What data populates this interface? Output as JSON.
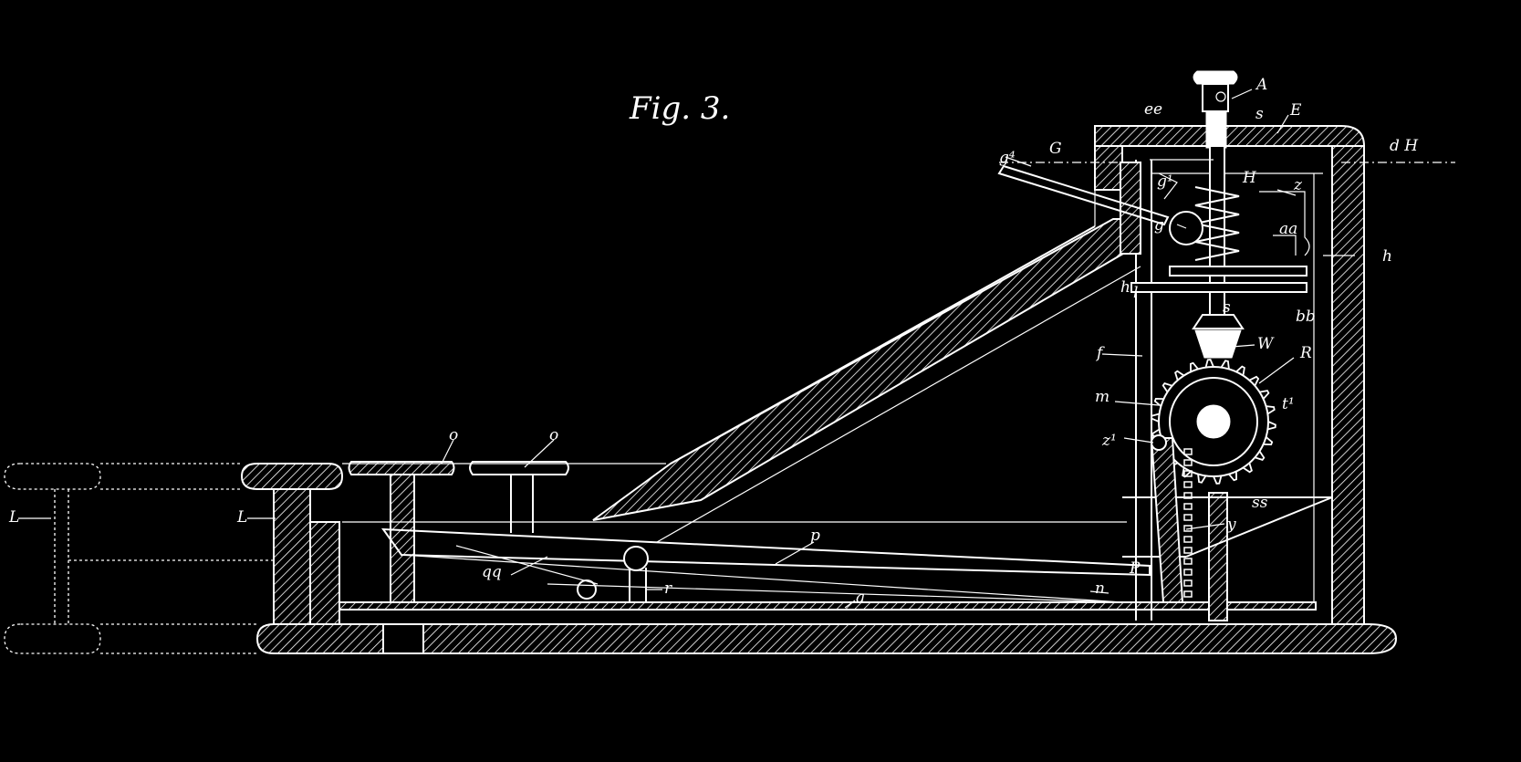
{
  "figure": {
    "title": "Fig. 3.",
    "labels": {
      "A": "A",
      "s_top": "s",
      "ee": "ee",
      "E": "E",
      "dH": "d H",
      "g4": "g⁴",
      "G": "G",
      "g1": "g¹",
      "H": "H",
      "z": "z",
      "g": "g",
      "aa": "aa",
      "h": "h",
      "hl": "h",
      "l": "l",
      "s_mid": "s",
      "bb": "bb",
      "W": "W",
      "f": "f",
      "R": "R",
      "m": "m",
      "t1": "t¹",
      "z1": "z¹",
      "ss": "ss",
      "y": "y",
      "o1": "o",
      "o2": "o",
      "L_left": "L",
      "L_right": "L",
      "p": "p",
      "P": "P",
      "qq": "qq",
      "r": "r",
      "n": "n",
      "a": "a"
    }
  }
}
